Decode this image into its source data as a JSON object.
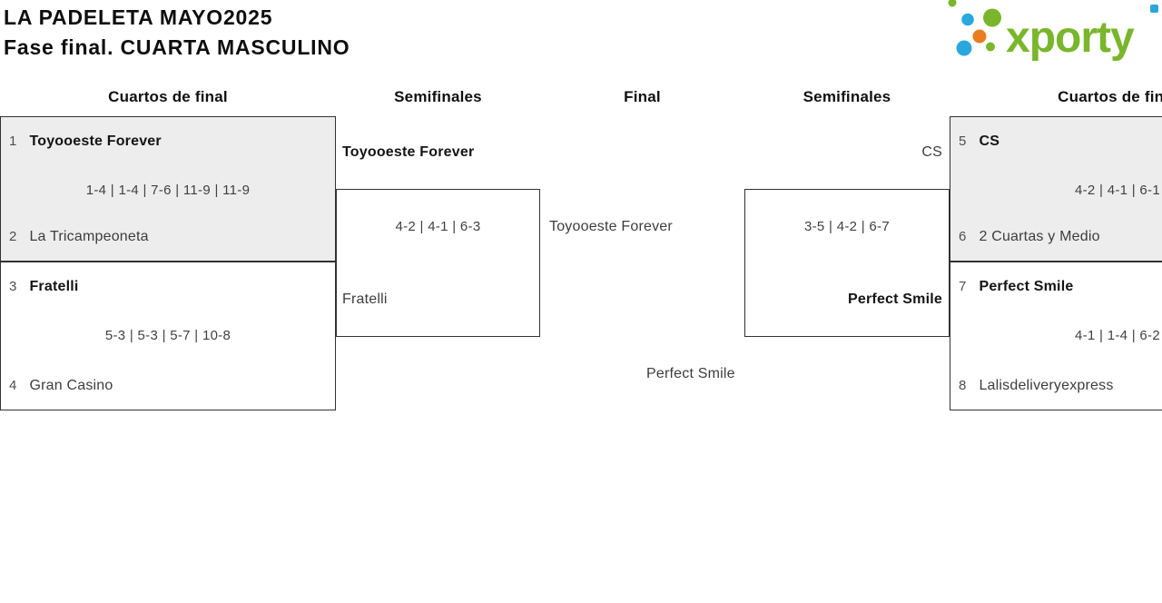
{
  "page": {
    "title_line1": "LA PADELETA MAYO2025",
    "title_line2": "Fase final. CUARTA MASCULINO"
  },
  "logo": {
    "text": "xporty",
    "green": "#7ab62c",
    "blue": "#2ba7e0",
    "orange": "#e97d20"
  },
  "bracket": {
    "round_headers": [
      "Cuartos de final",
      "Semifinales",
      "Final",
      "Semifinales",
      "Cuartos de final"
    ],
    "qf_left_top": {
      "seed1": "1",
      "team1": "Toyooeste Forever",
      "score": "1-4 | 1-4 | 7-6 | 11-9 | 11-9",
      "seed2": "2",
      "team2": "La Tricampeoneta"
    },
    "qf_left_bottom": {
      "seed1": "3",
      "team1": "Fratelli",
      "score": "5-3 | 5-3 | 5-7 | 10-8",
      "seed2": "4",
      "team2": "Gran Casino"
    },
    "sf_left": {
      "team1": "Toyooeste Forever",
      "score": "4-2 | 4-1 | 6-3",
      "team2": "Fratelli"
    },
    "final": {
      "team1": "Toyooeste Forever",
      "team2": "Perfect Smile"
    },
    "sf_right": {
      "team1": "CS",
      "score": "3-5 | 4-2 | 6-7",
      "team2": "Perfect Smile"
    },
    "qf_right_top": {
      "seed1": "5",
      "team1": "CS",
      "score": "4-2 | 4-1 | 6-1",
      "seed2": "6",
      "team2": "2 Cuartas y Medio"
    },
    "qf_right_bottom": {
      "seed1": "7",
      "team1": "Perfect Smile",
      "score": "4-1 | 1-4 | 6-2",
      "seed2": "8",
      "team2": "Lalisdeliveryexpress"
    }
  }
}
